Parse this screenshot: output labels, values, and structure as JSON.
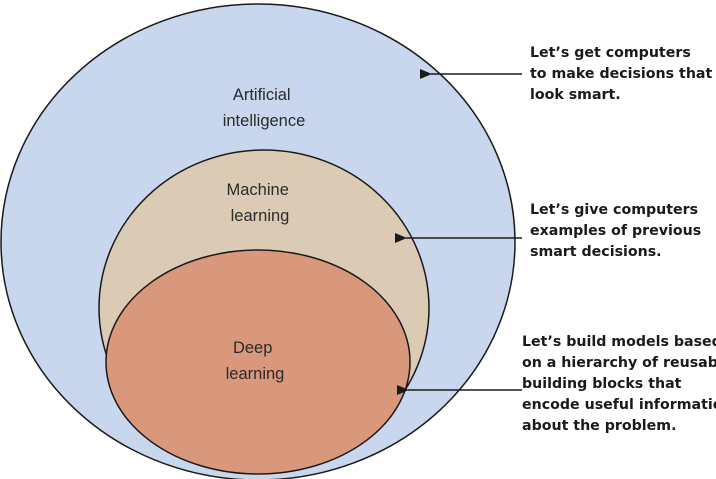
{
  "diagram": {
    "layers": [
      {
        "id": "artificial-intelligence",
        "label_lines": [
          "Artificial",
          "intelligence"
        ],
        "fill": "#c9d7ee",
        "callout_lines": [
          "Let’s get computers",
          "to make decisions that",
          "look smart."
        ]
      },
      {
        "id": "machine-learning",
        "label_lines": [
          "Machine",
          "learning"
        ],
        "fill": "#dccbb4",
        "callout_lines": [
          "Let’s give computers",
          "examples of previous",
          "smart decisions."
        ]
      },
      {
        "id": "deep-learning",
        "label_lines": [
          "Deep",
          "learning"
        ],
        "fill": "#d9987b",
        "callout_lines": [
          "Let’s build models based",
          "on a hierarchy of reusable",
          "building blocks that",
          "encode useful information",
          "about the problem."
        ]
      }
    ],
    "colors": {
      "outline": "#1a1a1a",
      "arrow": "#1a1a1a",
      "text": "#1a1a1a"
    }
  }
}
